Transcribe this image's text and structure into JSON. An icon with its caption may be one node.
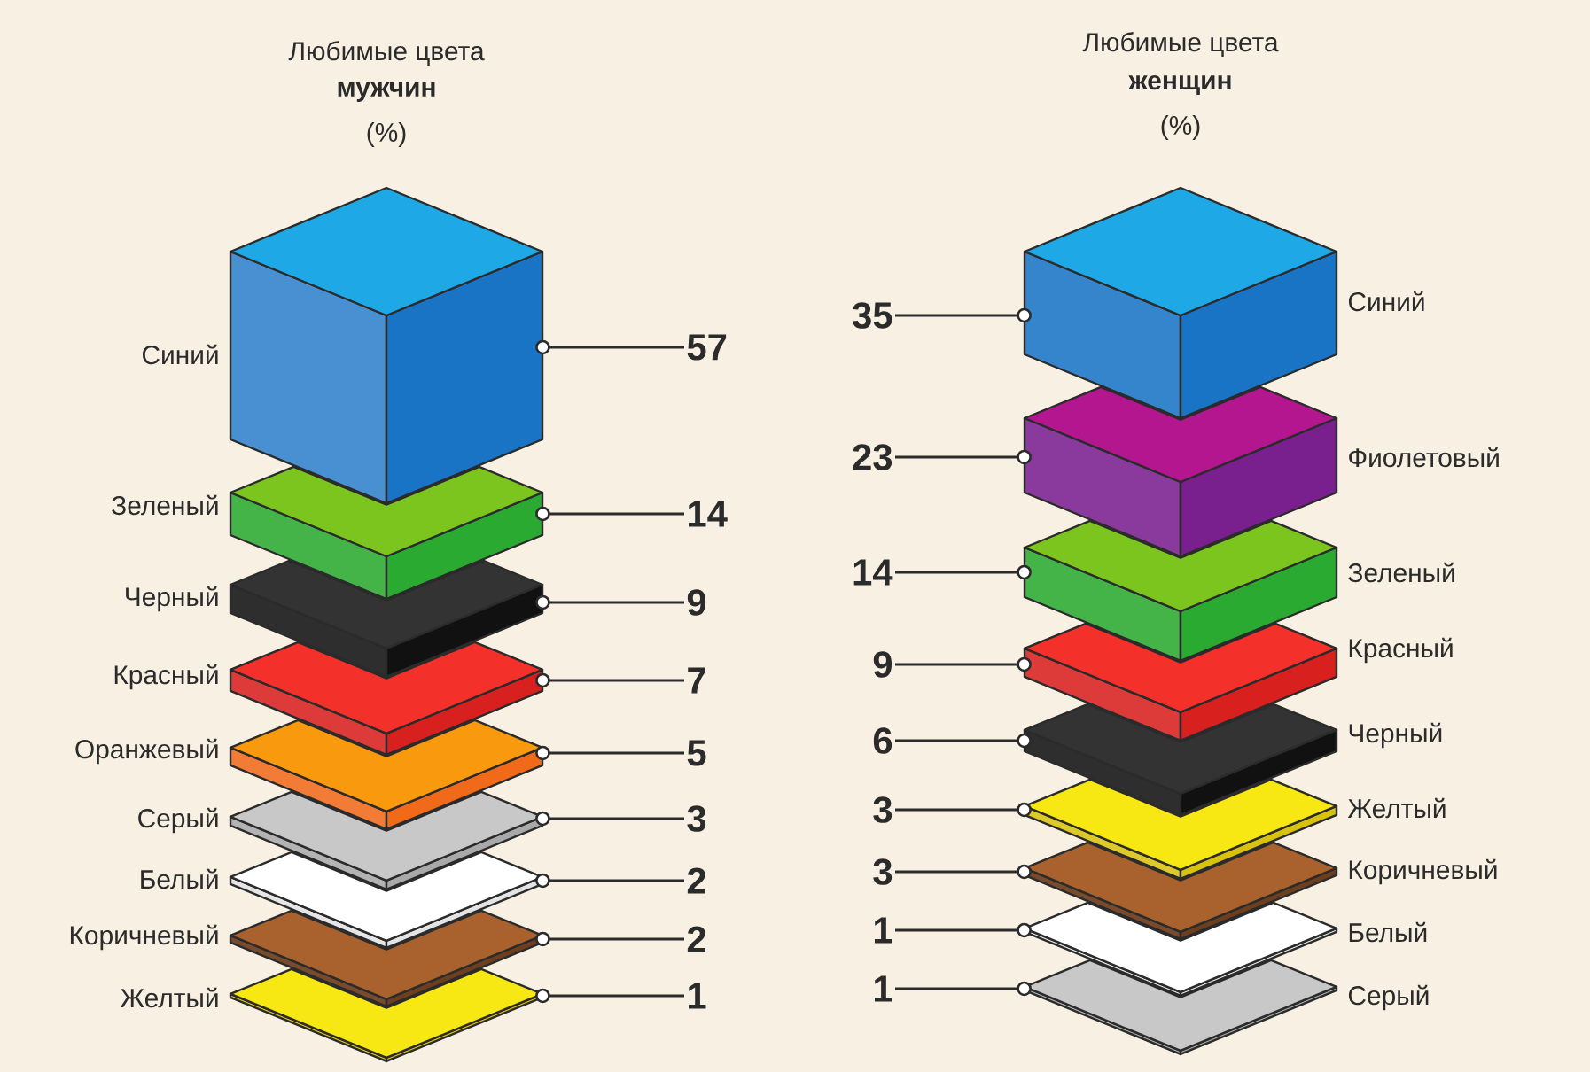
{
  "diagram": {
    "nodes": [
      {
        "text": [],
        "shape": "cube",
        "beside": [
          "Синий"
        ]
      },
      {
        "text": [],
        "shape": "box",
        "beside": [
          "Зеленый"
        ]
      },
      {
        "text": [],
        "shape": "box",
        "beside": [
          "Черный"
        ]
      },
      {
        "text": [],
        "shape": "box",
        "beside": [
          "Красный"
        ]
      },
      {
        "text": [],
        "shape": "box",
        "beside": [
          "Оранжевый"
        ]
      },
      {
        "text": [],
        "shape": "box",
        "beside": [
          "Серый"
        ]
      },
      {
        "text": [],
        "shape": "diamond",
        "beside": [
          "Белый"
        ]
      },
      {
        "text": [],
        "shape": "diamond",
        "beside": [
          "Коричневый"
        ]
      },
      {
        "text": [],
        "shape": "diamond",
        "beside": [
          "Желтый"
        ]
      },
      {
        "text": [
          "57"
        ]
      },
      {
        "text": [
          "14"
        ]
      },
      {
        "text": [
          "9"
        ]
      },
      {
        "text": [
          "7"
        ]
      },
      {
        "text": [
          "5"
        ]
      },
      {
        "text": [
          "3"
        ]
      },
      {
        "text": [
          "2"
        ]
      },
      {
        "text": [
          "2"
        ]
      },
      {
        "text": [
          "1"
        ]
      },
      {
        "text": [],
        "shape": "box",
        "beside": [
          "Синий"
        ]
      },
      {
        "text": [],
        "shape": "box",
        "beside": [
          "Фиолетовый"
        ]
      },
      {
        "text": [],
        "shape": "box",
        "beside": [
          "Зеленый"
        ]
      },
      {
        "text": [],
        "shape": "box",
        "beside": [
          "Красный"
        ]
      },
      {
        "text": [],
        "shape": "box",
        "beside": [
          "Черный"
        ]
      },
      {
        "text": [],
        "shape": "box",
        "beside": [
          "Желтый"
        ]
      },
      {
        "text": [],
        "shape": "diamond",
        "beside": [
          "Коричневый"
        ]
      },
      {
        "text": [],
        "shape": "diamond",
        "beside": [
          "Белый"
        ]
      },
      {
        "text": [],
        "shape": "diamond",
        "beside": [
          "Серый"
        ]
      },
      {
        "text": [
          "35"
        ]
      },
      {
        "text": [
          "23"
        ]
      },
      {
        "text": [
          "14"
        ]
      },
      {
        "text": [
          "9"
        ]
      },
      {
        "text": [
          "6"
        ]
      },
      {
        "text": [
          "3"
        ]
      },
      {
        "text": [
          "3"
        ]
      },
      {
        "text": [
          "1"
        ]
      },
      {
        "text": [
          "1"
        ]
      }
    ],
    "edges": [
      {
        "from": 9,
        "to": 0,
        "arrow": "other"
      },
      {
        "from": 10,
        "to": 1,
        "arrow": "other"
      },
      {
        "from": 11,
        "to": 2,
        "arrow": "other"
      },
      {
        "from": 12,
        "to": 3,
        "arrow": "other"
      },
      {
        "from": 13,
        "to": 4,
        "arrow": "other"
      },
      {
        "from": 14,
        "to": 5,
        "arrow": "other"
      },
      {
        "from": 15,
        "to": 6,
        "arrow": "other"
      },
      {
        "from": 16,
        "to": 7,
        "arrow": "other"
      },
      {
        "from": 17,
        "to": 8,
        "arrow": "other"
      },
      {
        "from": 27,
        "to": 18,
        "arrow": "other"
      },
      {
        "from": 28,
        "to": 19,
        "arrow": "other"
      },
      {
        "from": 29,
        "to": 20,
        "arrow": "other"
      },
      {
        "from": 30,
        "to": 21,
        "arrow": "other"
      },
      {
        "from": 31,
        "to": 22,
        "arrow": "other"
      },
      {
        "from": 32,
        "to": 23,
        "arrow": "other"
      },
      {
        "from": 33,
        "to": 24,
        "arrow": "other"
      },
      {
        "from": 34,
        "to": 25,
        "arrow": "other"
      },
      {
        "from": 35,
        "to": 26,
        "arrow": "other"
      }
    ],
    "labels": [
      "Любимые цвета",
      "мужчин",
      "(%)",
      "Любимые цвета",
      "женщин",
      "(%)"
    ]
  }
}
